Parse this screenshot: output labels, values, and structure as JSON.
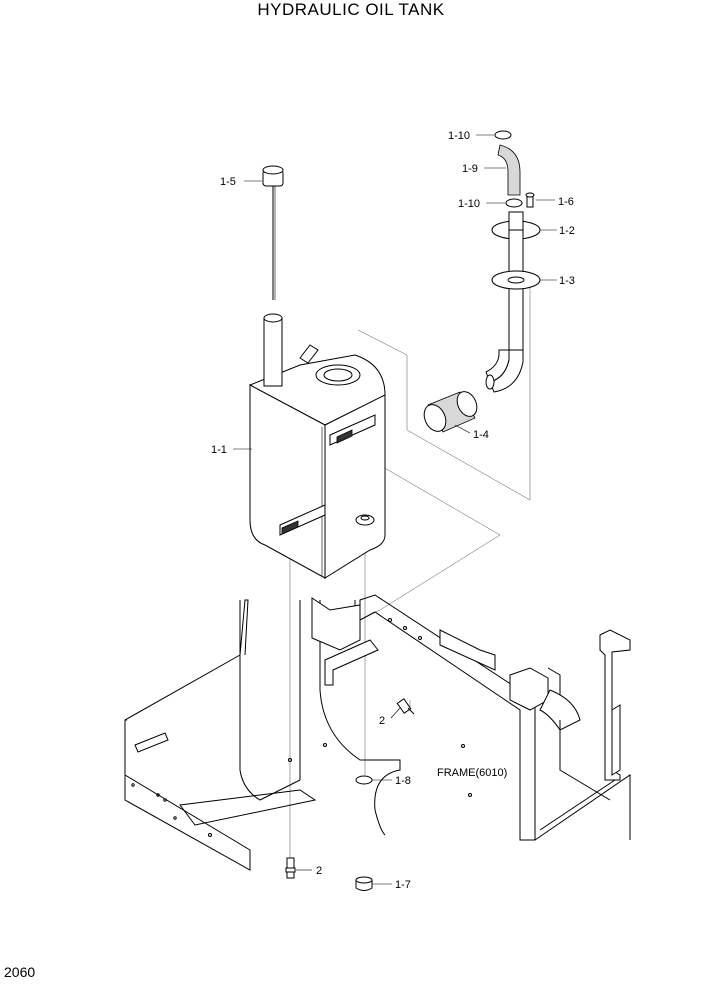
{
  "title": "HYDRAULIC  OIL TANK",
  "page_number": "2060",
  "frame_label": "FRAME(6010)",
  "callouts": {
    "c1_10a": "1-10",
    "c1_9": "1-9",
    "c1_10b": "1-10",
    "c1_6": "1-6",
    "c1_5": "1-5",
    "c1_2": "1-2",
    "c1_3": "1-3",
    "c1_1": "1-1",
    "c1_4": "1-4",
    "c2a": "2",
    "c2b": "2",
    "c1_8": "1-8",
    "c1_7": "1-7"
  }
}
